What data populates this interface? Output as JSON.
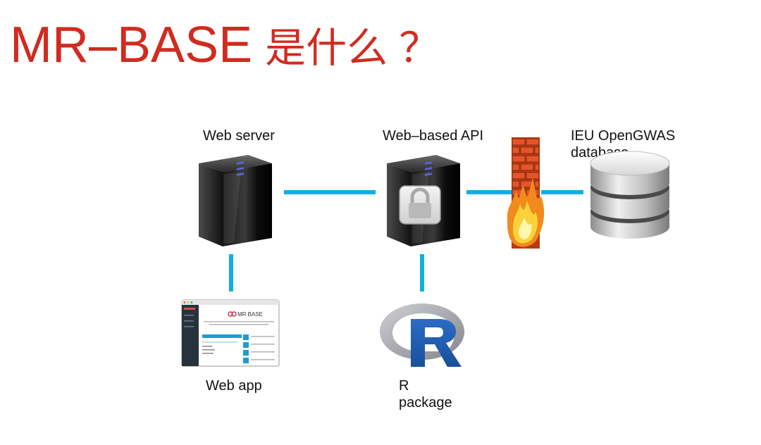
{
  "title": {
    "main": "MR–BASE",
    "suffix": "是什么 ？"
  },
  "nodes": {
    "web_server": "Web server",
    "api": "Web–based API",
    "database_line1": "IEU OpenGWAS",
    "database_line2": "database",
    "web_app": "Web app",
    "r_line1": "R",
    "r_line2": "package"
  },
  "web_app_screenshot": {
    "logo": "MR BASE"
  },
  "colors": {
    "title": "#d12b1f",
    "connector": "#12aee3"
  },
  "icons": [
    "server-icon",
    "server-lock-icon",
    "firewall-icon",
    "database-icon",
    "web-app-screenshot",
    "r-logo-icon"
  ]
}
